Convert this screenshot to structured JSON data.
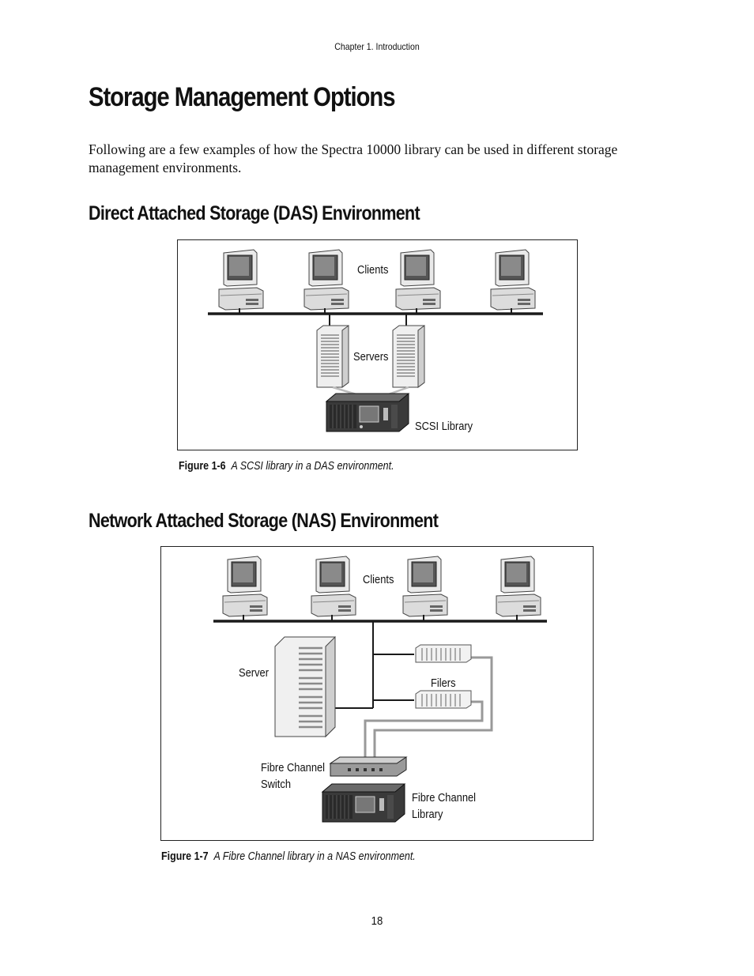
{
  "header": {
    "running_head": "Chapter 1.  Introduction"
  },
  "title": "Storage Management Options",
  "intro": "Following are a few examples of how the Spectra 10000 library can be used in different storage management environments.",
  "das": {
    "heading": "Direct Attached Storage (DAS) Environment",
    "figure": {
      "labels": {
        "clients": "Clients",
        "servers": "Servers",
        "library": "SCSI Library"
      }
    },
    "caption": {
      "number": "Figure 1-6",
      "text": "A SCSI library in a DAS environment."
    }
  },
  "nas": {
    "heading": "Network Attached Storage (NAS) Environment",
    "figure": {
      "labels": {
        "clients": "Clients",
        "server": "Server",
        "filers": "Filers",
        "switch_line1": "Fibre Channel",
        "switch_line2": "Switch",
        "library_line1": "Fibre Channel",
        "library_line2": "Library"
      }
    },
    "caption": {
      "number": "Figure 1-7",
      "text": "A Fibre Channel library in a NAS environment."
    }
  },
  "footer": {
    "page_number": "18"
  },
  "colors": {
    "text": "#111111",
    "line": "#1a1a1a",
    "cable": "#999999"
  }
}
